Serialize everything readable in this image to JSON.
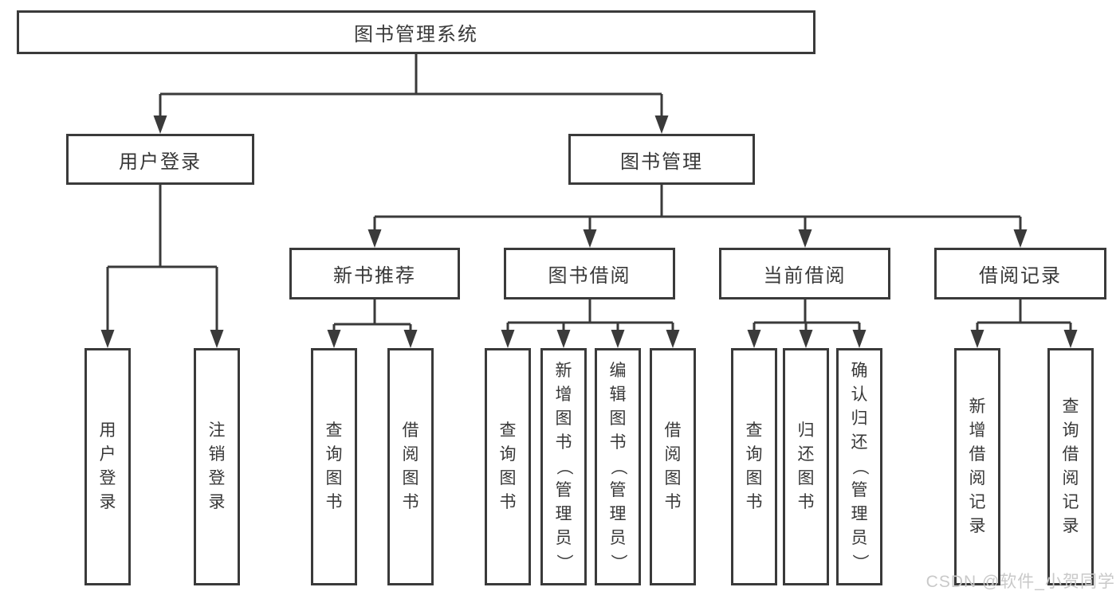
{
  "diagram": {
    "title": "图书管理系统",
    "line_color": "#3a3a3a",
    "nodes": {
      "root": "图书管理系统",
      "user_login": "用户登录",
      "book_mgmt": "图书管理",
      "new_book_rec": "新书推荐",
      "book_borrow": "图书借阅",
      "current_borrow": "当前借阅",
      "borrow_records": "借阅记录",
      "leaf_user_login": "用户登录",
      "leaf_logout": "注销登录",
      "leaf_query_book_rec": "查询图书",
      "leaf_borrow_book_rec": "借阅图书",
      "leaf_query_book_borrow": "查询图书",
      "leaf_add_book": "新增图书（管理员）",
      "leaf_edit_book": "编辑图书（管理员）",
      "leaf_borrow_book_borrow": "借阅图书",
      "leaf_query_book_current": "查询图书",
      "leaf_return_book": "归还图书",
      "leaf_confirm_return": "确认归还（管理员）",
      "leaf_add_borrow_record": "新增借阅记录",
      "leaf_query_borrow_record": "查询借阅记录"
    }
  },
  "watermark": "CSDN @软件_小贺同学"
}
